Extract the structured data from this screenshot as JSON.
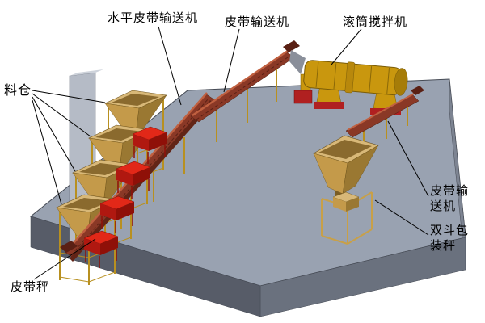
{
  "figure": {
    "type": "equipment-layout-diagram",
    "background_color": "#ffffff",
    "labels": {
      "silo": "料仓",
      "horizontal_belt_conveyor": "水平皮带输送机",
      "belt_conveyor_upper": "皮带输送机",
      "drum_mixer": "滚筒搅拌机",
      "belt_scale": "皮带秤",
      "belt_conveyor_right": "皮带输送机",
      "double_hopper_packing_scale": "双斗包装秤"
    },
    "colors": {
      "platform_top": "#99a2b1",
      "platform_right_face": "#7d8492",
      "platform_front_right_face": "#6a717e",
      "platform_front_left_face": "#575c68",
      "retaining_wall": "#b5bbc6",
      "hopper_light": "#d8b878",
      "hopper_mid": "#c49a4a",
      "hopper_dark": "#9a7832",
      "conveyor_body": "#8a3826",
      "conveyor_belt_highlight": "#c06040",
      "support_legs_yellow": "#b89020",
      "belt_scale_red": "#e22818",
      "mixer_yellow": "#c9970e",
      "machine_base_red": "#b02020",
      "leader_line": "#000000",
      "label_text": "#000000"
    }
  }
}
